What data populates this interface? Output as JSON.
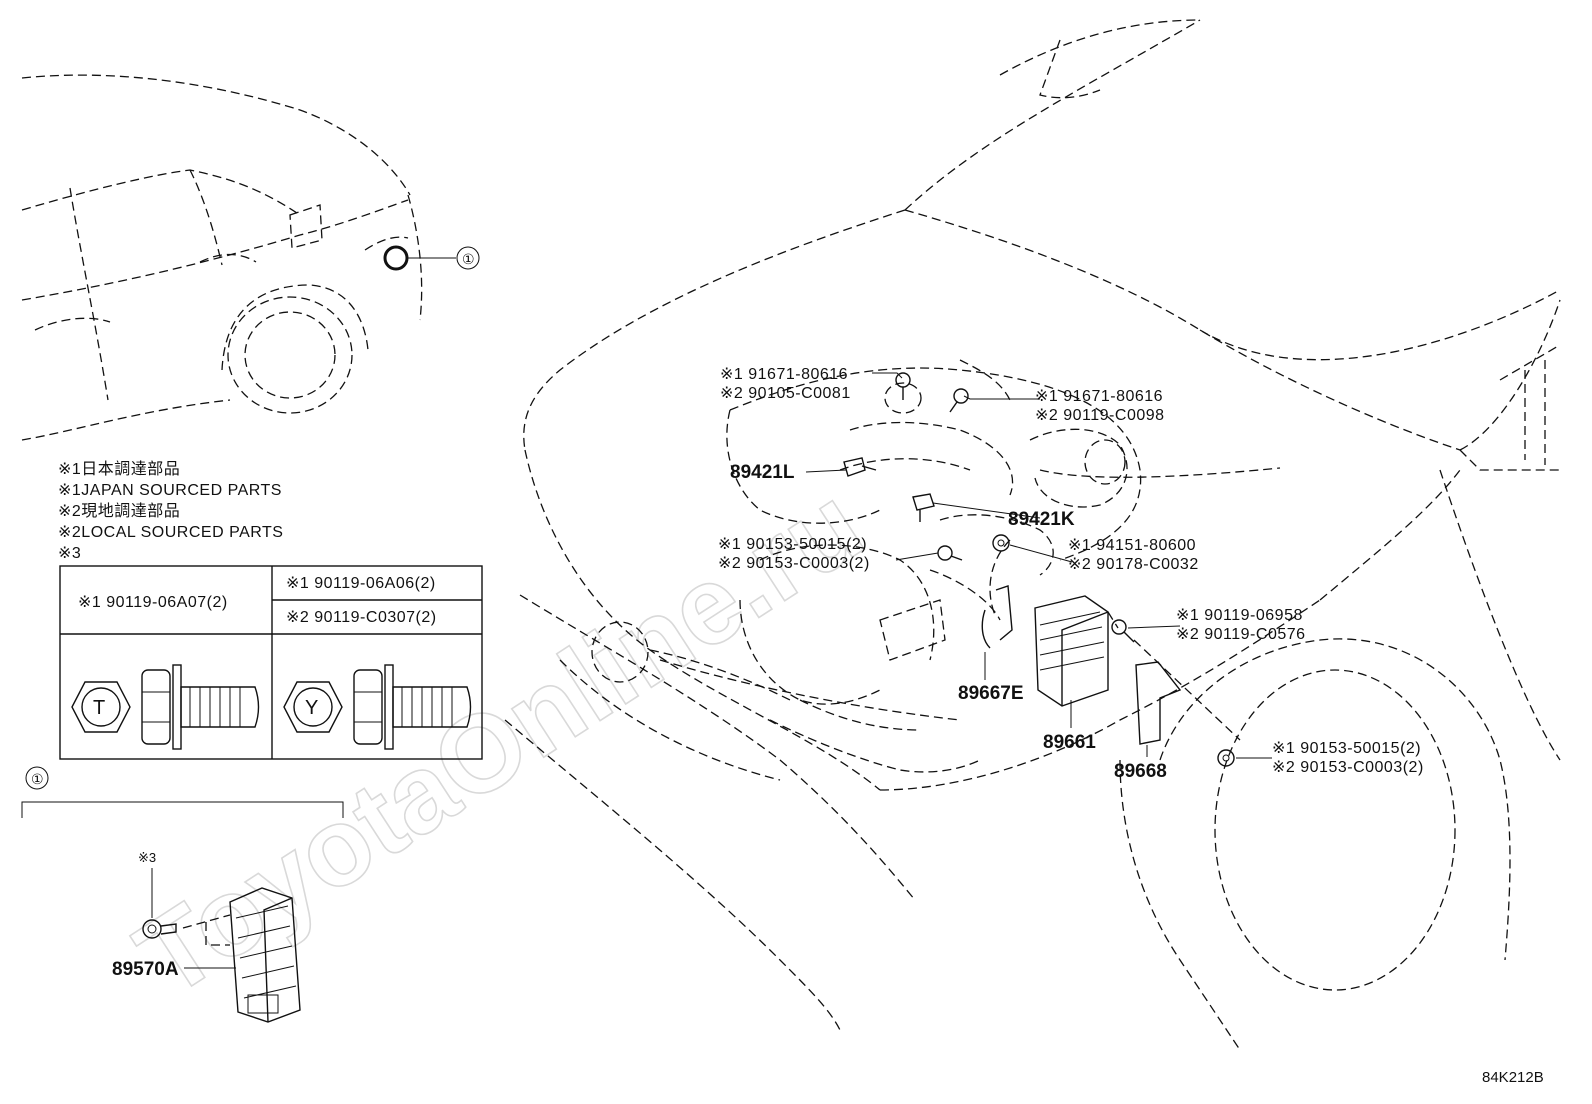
{
  "watermark": "ToyotaOnline.ru",
  "diagram_code": "84K212B",
  "legend": [
    "※1日本調達部品",
    "※1JAPAN SOURCED PARTS",
    "※2現地調達部品",
    "※2LOCAL SOURCED PARTS",
    "※3"
  ],
  "ref_table": {
    "left_ref": "※1 90119-06A07(2)",
    "right_ref_1": "※1 90119-06A06(2)",
    "right_ref_2": "※2 90119-C0307(2)",
    "head_mark_left": "T",
    "head_mark_right": "Y"
  },
  "callout_1": "①",
  "detail_mark": "※3",
  "parts": {
    "p89570A": "89570A",
    "p89421L": "89421L",
    "p89421K": "89421K",
    "p89667E": "89667E",
    "p89661": "89661",
    "p89668": "89668"
  },
  "refs": {
    "a1": "※1 91671-80616",
    "a2": "※2 90105-C0081",
    "b1": "※1 91671-80616",
    "b2": "※2 90119-C0098",
    "c1": "※1 90153-50015(2)",
    "c2": "※2 90153-C0003(2)",
    "d1": "※1 94151-80600",
    "d2": "※2 90178-C0032",
    "e1": "※1 90119-06958",
    "e2": "※2 90119-C0576",
    "f1": "※1 90153-50015(2)",
    "f2": "※2 90153-C0003(2)"
  }
}
